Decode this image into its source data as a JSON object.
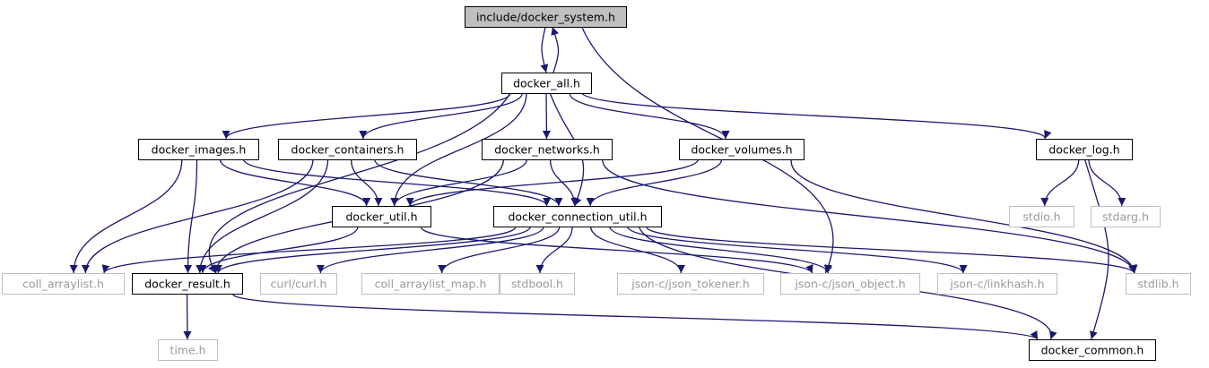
{
  "colors": {
    "edge": "#191970",
    "root_fill": "#bfbfbf",
    "node_fill": "#ffffff",
    "node_border": "#000000",
    "external_border": "#bfbfbf",
    "external_text": "#9a9a9a"
  },
  "nodes": {
    "docker_system": {
      "label": "include/docker_system.h",
      "kind": "root"
    },
    "docker_all": {
      "label": "docker_all.h",
      "kind": "project"
    },
    "docker_images": {
      "label": "docker_images.h",
      "kind": "project"
    },
    "docker_containers": {
      "label": "docker_containers.h",
      "kind": "project"
    },
    "docker_networks": {
      "label": "docker_networks.h",
      "kind": "project"
    },
    "docker_volumes": {
      "label": "docker_volumes.h",
      "kind": "project"
    },
    "docker_log": {
      "label": "docker_log.h",
      "kind": "project"
    },
    "docker_util": {
      "label": "docker_util.h",
      "kind": "project"
    },
    "docker_connection_util": {
      "label": "docker_connection_util.h",
      "kind": "project"
    },
    "stdio": {
      "label": "stdio.h",
      "kind": "external"
    },
    "stdarg": {
      "label": "stdarg.h",
      "kind": "external"
    },
    "coll_arraylist": {
      "label": "coll_arraylist.h",
      "kind": "external"
    },
    "docker_result": {
      "label": "docker_result.h",
      "kind": "project"
    },
    "curl": {
      "label": "curl/curl.h",
      "kind": "external"
    },
    "coll_arraylist_map": {
      "label": "coll_arraylist_map.h",
      "kind": "external"
    },
    "stdbool": {
      "label": "stdbool.h",
      "kind": "external"
    },
    "json_tokener": {
      "label": "json-c/json_tokener.h",
      "kind": "external"
    },
    "json_object": {
      "label": "json-c/json_object.h",
      "kind": "external"
    },
    "linkhash": {
      "label": "json-c/linkhash.h",
      "kind": "external"
    },
    "stdlib": {
      "label": "stdlib.h",
      "kind": "external"
    },
    "time": {
      "label": "time.h",
      "kind": "external"
    },
    "docker_common": {
      "label": "docker_common.h",
      "kind": "project"
    }
  },
  "edges": [
    [
      "docker_system",
      "docker_all"
    ],
    [
      "docker_all",
      "docker_system"
    ],
    [
      "docker_system",
      "json_object"
    ],
    [
      "docker_all",
      "docker_images"
    ],
    [
      "docker_all",
      "docker_containers"
    ],
    [
      "docker_all",
      "docker_networks"
    ],
    [
      "docker_all",
      "docker_volumes"
    ],
    [
      "docker_all",
      "docker_log"
    ],
    [
      "docker_all",
      "docker_util"
    ],
    [
      "docker_all",
      "docker_connection_util"
    ],
    [
      "docker_all",
      "docker_result"
    ],
    [
      "docker_images",
      "coll_arraylist"
    ],
    [
      "docker_images",
      "docker_result"
    ],
    [
      "docker_images",
      "docker_util"
    ],
    [
      "docker_images",
      "docker_connection_util"
    ],
    [
      "docker_containers",
      "coll_arraylist"
    ],
    [
      "docker_containers",
      "docker_result"
    ],
    [
      "docker_containers",
      "docker_util"
    ],
    [
      "docker_containers",
      "docker_connection_util"
    ],
    [
      "docker_networks",
      "docker_result"
    ],
    [
      "docker_networks",
      "docker_util"
    ],
    [
      "docker_networks",
      "docker_connection_util"
    ],
    [
      "docker_networks",
      "stdlib"
    ],
    [
      "docker_volumes",
      "docker_util"
    ],
    [
      "docker_volumes",
      "docker_connection_util"
    ],
    [
      "docker_volumes",
      "stdlib"
    ],
    [
      "docker_log",
      "stdio"
    ],
    [
      "docker_log",
      "stdarg"
    ],
    [
      "docker_log",
      "docker_common"
    ],
    [
      "docker_util",
      "docker_result"
    ],
    [
      "docker_util",
      "json_object"
    ],
    [
      "docker_connection_util",
      "coll_arraylist"
    ],
    [
      "docker_connection_util",
      "docker_result"
    ],
    [
      "docker_connection_util",
      "curl"
    ],
    [
      "docker_connection_util",
      "coll_arraylist_map"
    ],
    [
      "docker_connection_util",
      "stdbool"
    ],
    [
      "docker_connection_util",
      "json_tokener"
    ],
    [
      "docker_connection_util",
      "json_object"
    ],
    [
      "docker_connection_util",
      "linkhash"
    ],
    [
      "docker_connection_util",
      "stdlib"
    ],
    [
      "docker_connection_util",
      "docker_common"
    ],
    [
      "docker_result",
      "time"
    ],
    [
      "docker_result",
      "docker_common"
    ]
  ]
}
